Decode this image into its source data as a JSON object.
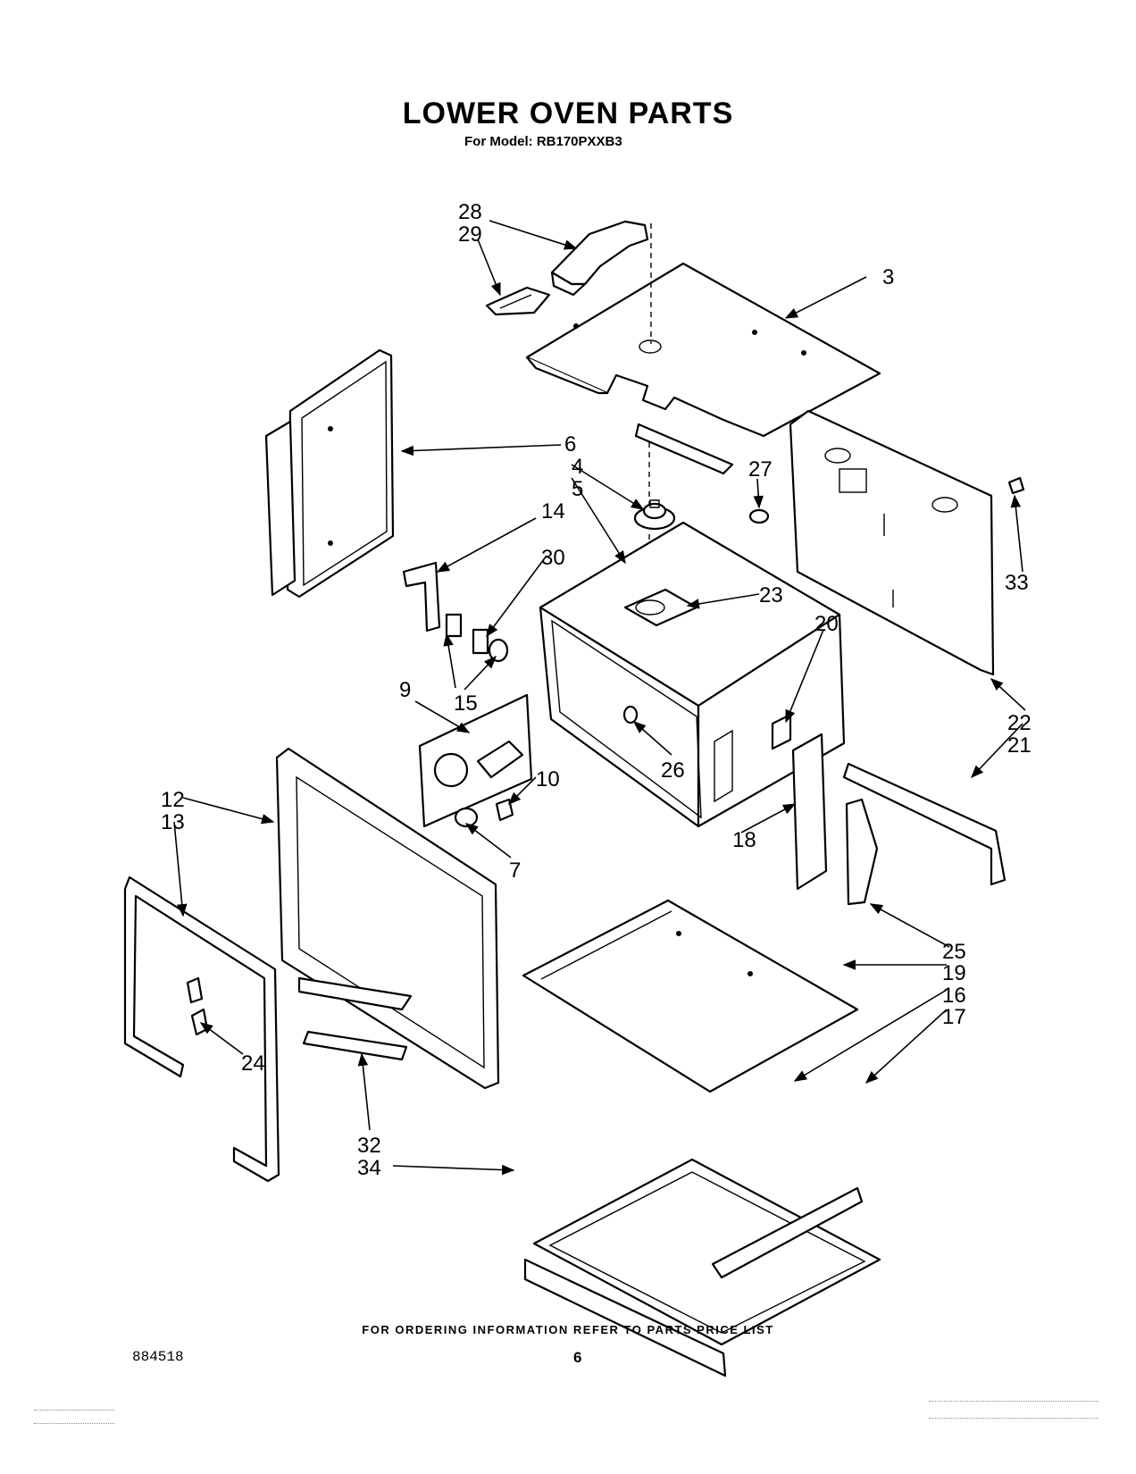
{
  "title": "LOWER OVEN PARTS",
  "subtitle": "For Model: RB170PXXB3",
  "callouts": {
    "c3": "3",
    "c4": "4",
    "c5": "5",
    "c6": "6",
    "c7": "7",
    "c9": "9",
    "c10": "10",
    "c12": "12",
    "c13a": "13",
    "c13b": "13",
    "c14": "14",
    "c15": "15",
    "c16": "16",
    "c17": "17",
    "c18": "18",
    "c19": "19",
    "c20": "20",
    "c21": "21",
    "c22": "22",
    "c23": "23",
    "c24": "24",
    "c25": "25",
    "c26": "26",
    "c27": "27",
    "c28": "28",
    "c29": "29",
    "c30": "30",
    "c32": "32",
    "c33": "33",
    "c34": "34"
  },
  "footer_note": "FOR ORDERING INFORMATION REFER TO PARTS PRICE LIST",
  "doc_number": "884518",
  "page_number": "6"
}
